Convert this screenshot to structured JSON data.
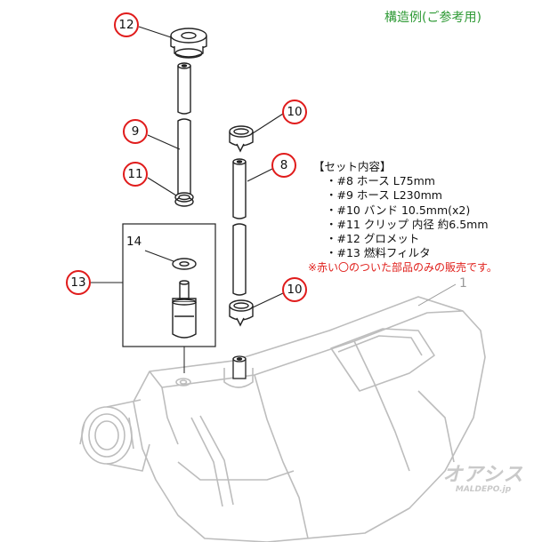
{
  "title": "構造例(ご参考用)",
  "kit": {
    "heading": "【セット内容】",
    "items": [
      "・#8 ホース L75mm",
      "・#9 ホース L230mm",
      "・#10 バンド 10.5mm(x2)",
      "・#11 クリップ 内径 約6.5mm",
      "・#12 グロメット",
      "・#13 燃料フィルタ"
    ],
    "note": "※赤い〇のついた部品のみの販売です。"
  },
  "callouts": {
    "c12": "12",
    "c9": "9",
    "c11": "11",
    "c10_top": "10",
    "c8": "8",
    "c10_bottom": "10",
    "c13": "13"
  },
  "labels": {
    "part14": "14",
    "part1": "1"
  },
  "brand": {
    "main": "オアシス",
    "sub": "MALDEPO.jp"
  },
  "colors": {
    "callout_ring": "#e01b1b",
    "title": "#2e9a35",
    "note": "#e0201c",
    "line_art": "#222222",
    "tank_art": "#bdbdbd"
  }
}
